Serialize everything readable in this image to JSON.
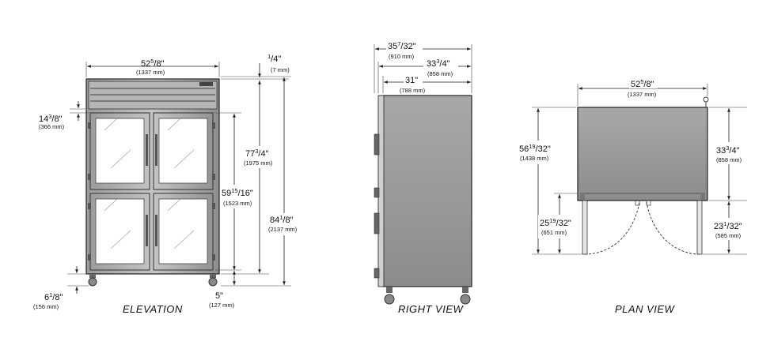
{
  "views": {
    "elevation": "ELEVATION",
    "right": "RIGHT VIEW",
    "plan": "PLAN VIEW"
  },
  "elevation": {
    "width": {
      "whole": "52",
      "sup": "5",
      "sub": "/8",
      "unit": "\"",
      "mm": "(1337 mm)"
    },
    "top_clear": {
      "whole": "",
      "sup": "1",
      "sub": "/4",
      "unit": "\"",
      "mm": "(7 mm)"
    },
    "upper_door_offset": {
      "whole": "14",
      "sup": "3",
      "sub": "/8",
      "unit": "\"",
      "mm": "(366 mm)"
    },
    "height_cabinet": {
      "whole": "77",
      "sup": "3",
      "sub": "/4",
      "unit": "\"",
      "mm": "(1975 mm)"
    },
    "door_height": {
      "whole": "59",
      "sup": "15",
      "sub": "/16",
      "unit": "\"",
      "mm": "(1523 mm)"
    },
    "overall_height": {
      "whole": "84",
      "sup": "1",
      "sub": "/8",
      "unit": "\"",
      "mm": "(2137 mm)"
    },
    "caster_height": {
      "whole": "6",
      "sup": "1",
      "sub": "/8",
      "unit": "\"",
      "mm": "(156 mm)"
    },
    "floor_gap": {
      "whole": "5",
      "sup": "",
      "sub": "",
      "unit": "\"",
      "mm": "(127 mm)"
    }
  },
  "right_view": {
    "overall_depth": {
      "whole": "35",
      "sup": "7",
      "sub": "/32",
      "unit": "\"",
      "mm": "(910 mm)"
    },
    "cabinet_depth": {
      "whole": "33",
      "sup": "3",
      "sub": "/4",
      "unit": "\"",
      "mm": "(858 mm)"
    },
    "body_depth": {
      "whole": "31",
      "sup": "",
      "sub": "",
      "unit": "\"",
      "mm": "(788 mm)"
    }
  },
  "plan_view": {
    "width": {
      "whole": "52",
      "sup": "5",
      "sub": "/8",
      "unit": "\"",
      "mm": "(1337 mm)"
    },
    "total_depth": {
      "whole": "56",
      "sup": "19",
      "sub": "/32",
      "unit": "\"",
      "mm": "(1438 mm)"
    },
    "door_swing": {
      "whole": "25",
      "sup": "19",
      "sub": "/32",
      "unit": "\"",
      "mm": "(651 mm)"
    },
    "cabinet_depth": {
      "whole": "33",
      "sup": "3",
      "sub": "/4",
      "unit": "\"",
      "mm": "(858 mm)"
    },
    "door_clear": {
      "whole": "23",
      "sup": "1",
      "sub": "/32",
      "unit": "\"",
      "mm": "(585 mm)"
    }
  }
}
